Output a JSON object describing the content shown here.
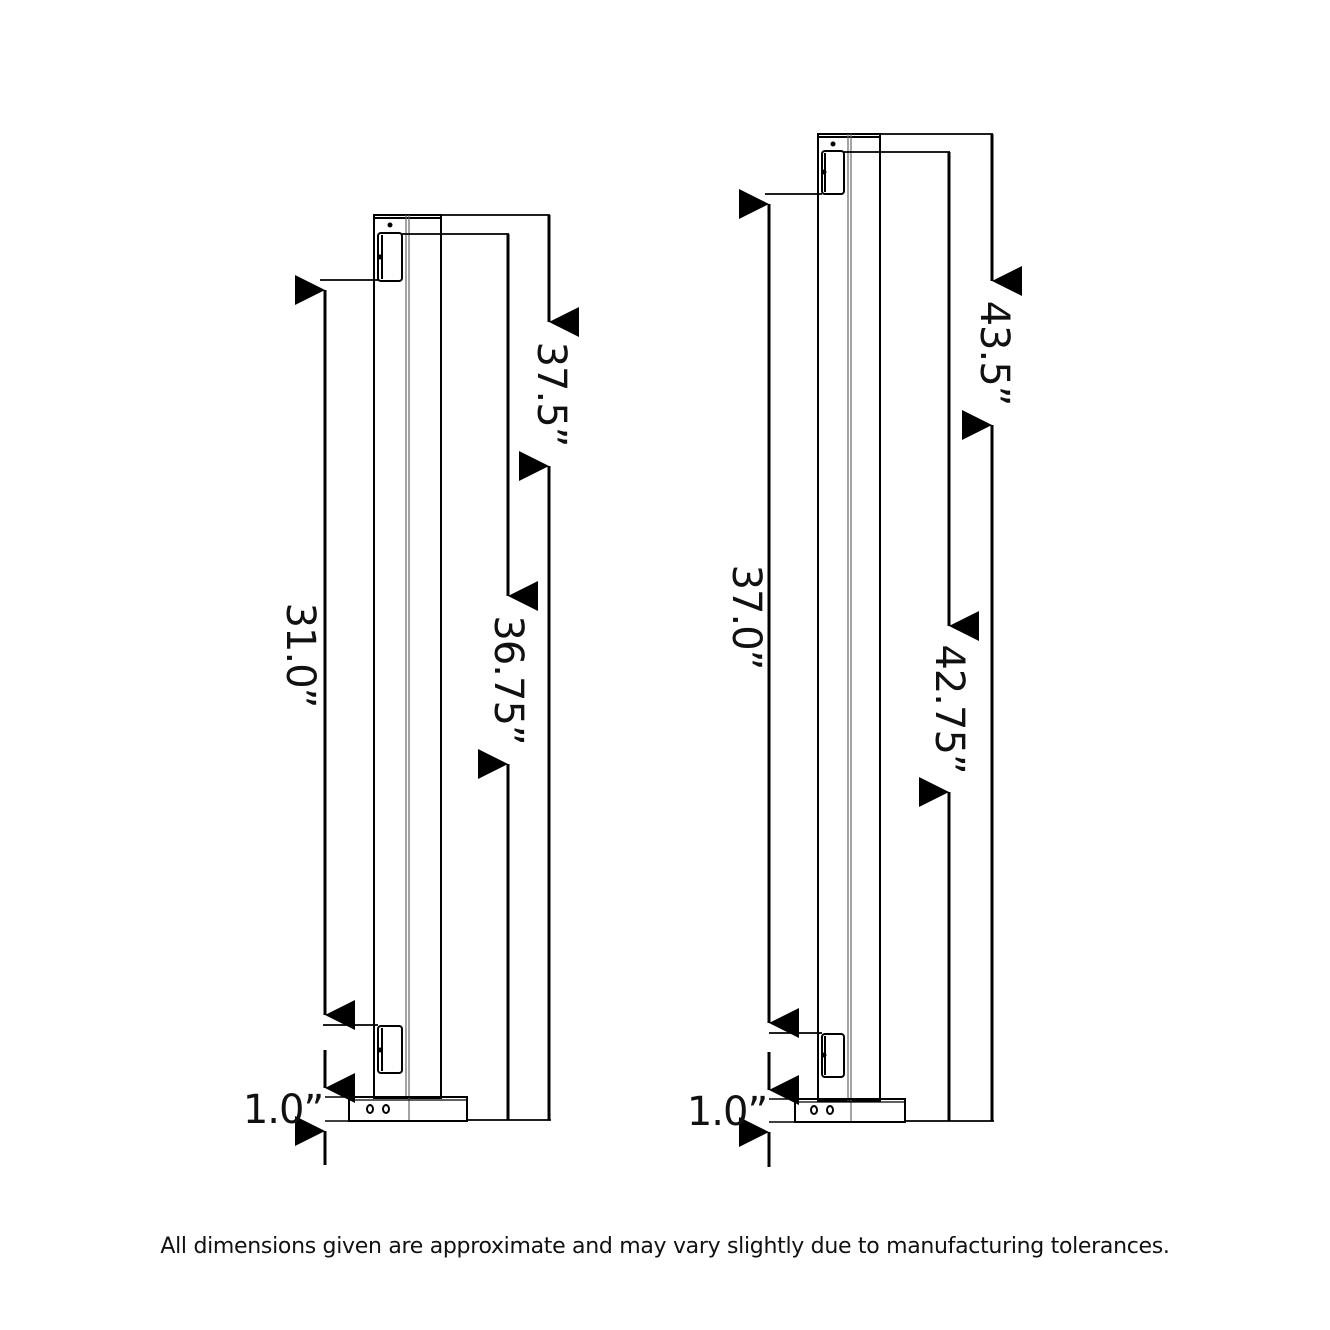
{
  "figure": {
    "type": "dimension-drawing",
    "subject": "Two vertical posts with mounting brackets and base plates, shown side by side",
    "units": "inches"
  },
  "posts": [
    {
      "id": "short-post",
      "dimensions": {
        "overall_height": "37.5”",
        "height_to_top_bracket": "36.75”",
        "bracket_spacing": "31.0”",
        "base_to_bottom_bracket": "1.0”"
      }
    },
    {
      "id": "tall-post",
      "dimensions": {
        "overall_height": "43.5”",
        "height_to_top_bracket": "42.75”",
        "bracket_spacing": "37.0”",
        "base_to_bottom_bracket": "1.0”"
      }
    }
  ],
  "footer": {
    "disclaimer": "All dimensions given are approximate and may vary slightly due to manufacturing tolerances."
  },
  "colors": {
    "line": "#000000",
    "thin_line": "#555555",
    "background": "#ffffff"
  }
}
